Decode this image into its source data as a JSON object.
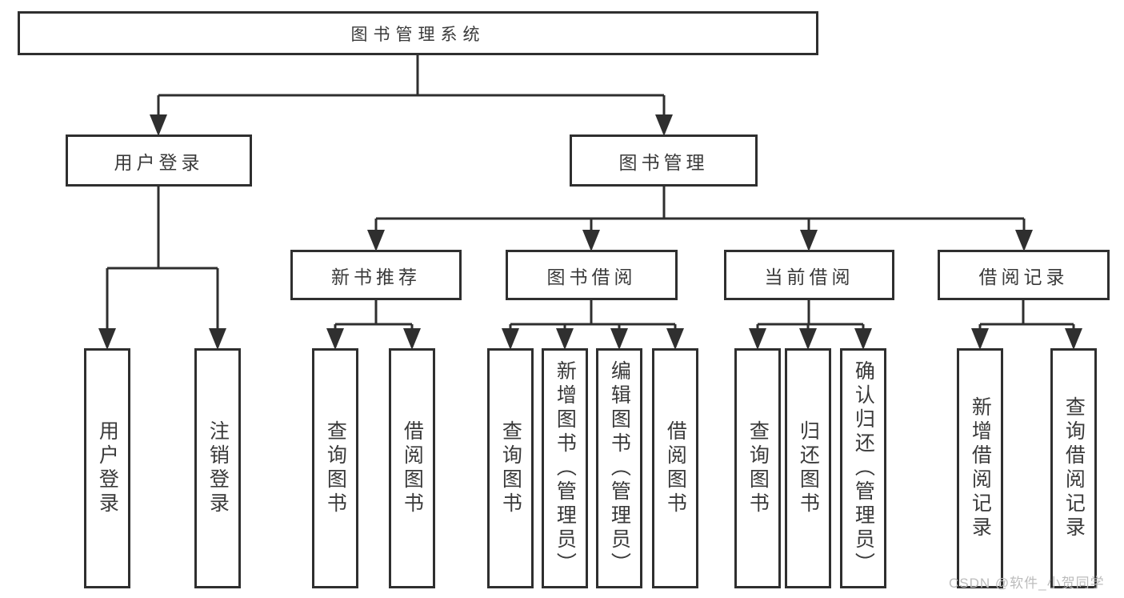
{
  "tree": {
    "root_label": "图书管理系统",
    "branches": [
      {
        "label": "用户登录",
        "children": [
          {
            "label": "用户登录"
          },
          {
            "label": "注销登录"
          }
        ]
      },
      {
        "label": "图书管理",
        "sections": [
          {
            "label": "新书推荐",
            "children": [
              {
                "label": "查询图书"
              },
              {
                "label": "借阅图书"
              }
            ]
          },
          {
            "label": "图书借阅",
            "children": [
              {
                "label": "查询图书"
              },
              {
                "label": "新增图书（管理员）"
              },
              {
                "label": "编辑图书（管理员）"
              },
              {
                "label": "借阅图书"
              }
            ]
          },
          {
            "label": "当前借阅",
            "children": [
              {
                "label": "查询图书"
              },
              {
                "label": "归还图书"
              },
              {
                "label": "确认归还（管理员）"
              }
            ]
          },
          {
            "label": "借阅记录",
            "children": [
              {
                "label": "新增借阅记录"
              },
              {
                "label": "查询借阅记录"
              }
            ]
          }
        ]
      }
    ]
  },
  "watermark": {
    "text": "CSDN @软件_小贺同学"
  },
  "colors": {
    "line": "#2f2f2f",
    "text": "#3a3a3a",
    "watermark": "#bcbcbc",
    "background": "#ffffff"
  }
}
